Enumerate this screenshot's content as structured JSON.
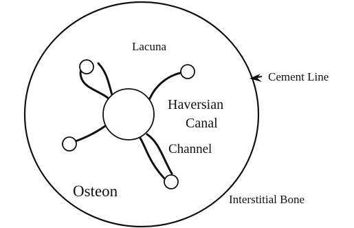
{
  "labels": {
    "lacuna": "Lacuna",
    "cement_line": "Cement Line",
    "haversian_line1": "Haversian",
    "haversian_line2": "Canal",
    "channel": "Channel",
    "osteon": "Osteon",
    "interstitial_bone": "Interstitial Bone"
  },
  "colors": {
    "ink": "#111111",
    "background": "#ffffff"
  },
  "icons": {
    "arrow": "arrow-pointing-left-icon"
  }
}
